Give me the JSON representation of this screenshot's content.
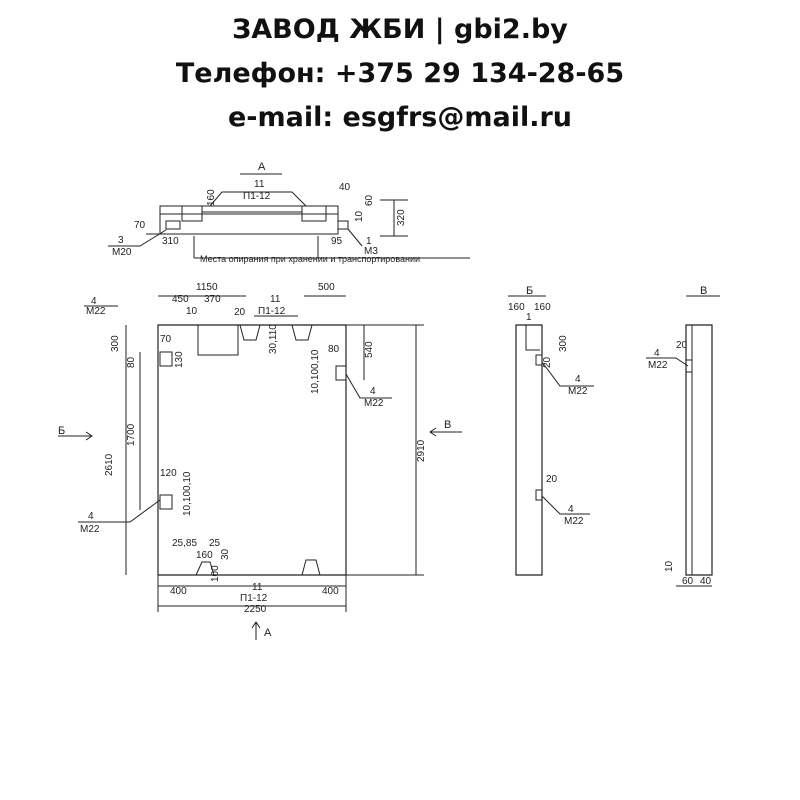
{
  "header": {
    "line1": "ЗАВОД ЖБИ | gbi2.by",
    "line2": "Телефон: +375 29 134-28-65",
    "line3": "e-mail: esgfrs@mail.ru"
  },
  "views": {
    "a": "А",
    "b": "Б",
    "v": "В"
  },
  "section_top": {
    "mark_11": "11",
    "mark_p112": "П1-12",
    "d160": "160",
    "d10": "10",
    "d60": "60",
    "d70": "70",
    "d310": "310",
    "d95": "95",
    "d320": "320",
    "d40": "40",
    "d3": "3",
    "m20": "М20",
    "d1": "1",
    "m3": "М3",
    "note": "Места опирания при хранении и транспортировании"
  },
  "front": {
    "d1150": "1150",
    "d500": "500",
    "d450": "450",
    "d370": "370",
    "d10a": "10",
    "d20": "20",
    "mark_11": "11",
    "mark_p112": "П1-12",
    "d300": "300",
    "d70": "70",
    "d80": "80",
    "d130": "130",
    "d1700": "1700",
    "d2610": "2610",
    "d120": "120",
    "d10_100_10": "10,100,10",
    "d540": "540",
    "d80b": "80",
    "d2910": "2910",
    "d30_110": "30,110",
    "d25_85": "25,85",
    "d25": "25",
    "d160": "160",
    "d30": "30",
    "d100": "100",
    "d400a": "400",
    "d400b": "400",
    "bottom_11": "11",
    "bottom_p112": "П1-12",
    "d2250": "2250",
    "m4a": "4",
    "m22a": "М22",
    "m4b": "4",
    "m22b": "М22",
    "m4c": "4",
    "m22c": "М22"
  },
  "side_b": {
    "d160a": "160",
    "d160b": "160",
    "d1": "1",
    "d300": "300",
    "d20": "20",
    "d20b": "20",
    "m4a": "4",
    "m22a": "М22",
    "m4b": "4",
    "m22b": "М22"
  },
  "side_v": {
    "d20": "20",
    "m4": "4",
    "m22": "М22",
    "d10": "10",
    "d60": "60",
    "d40": "40"
  }
}
